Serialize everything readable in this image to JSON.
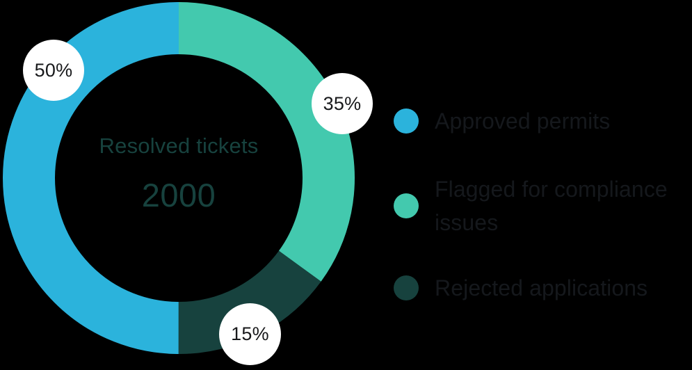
{
  "chart_data": {
    "type": "pie",
    "variant": "donut",
    "title": "Resolved tickets",
    "center_label": "Resolved tickets",
    "center_value": "2000",
    "total": 2000,
    "categories": [
      "Approved permits",
      "Flagged for compliance issues",
      "Rejected applications"
    ],
    "values": [
      50,
      35,
      15
    ],
    "value_labels": [
      "50%",
      "35%",
      "15%"
    ],
    "unit": "percent",
    "colors": [
      "#2BB3DC",
      "#43C9AE",
      "#17423E"
    ],
    "legend_position": "right",
    "grid": false,
    "xlabel": "",
    "ylabel": "",
    "start_angle_deg": 0,
    "direction": "clockwise",
    "background": "#000000",
    "slices": [
      {
        "name": "Approved permits",
        "value": 50,
        "label": "50%",
        "color": "#2BB3DC"
      },
      {
        "name": "Flagged for compliance issues",
        "value": 35,
        "label": "35%",
        "color": "#43C9AE"
      },
      {
        "name": "Rejected applications",
        "value": 15,
        "label": "15%",
        "color": "#17423E"
      }
    ]
  },
  "donut": {
    "center_label": "Resolved tickets",
    "center_value": "2000",
    "center_text_color": "#17423E",
    "segments": [
      {
        "label": "50%",
        "color": "#2BB3DC"
      },
      {
        "label": "35%",
        "color": "#43C9AE"
      },
      {
        "label": "15%",
        "color": "#17423E"
      }
    ]
  },
  "badges": [
    {
      "text": "50%"
    },
    {
      "text": "35%"
    },
    {
      "text": "15%"
    }
  ],
  "legend": {
    "items": [
      {
        "label": "Approved permits",
        "color": "#2BB3DC"
      },
      {
        "label": "Flagged for compliance issues",
        "color": "#43C9AE"
      },
      {
        "label": "Rejected applications",
        "color": "#17423E"
      }
    ]
  },
  "theme": {
    "background": "#000000",
    "badge_background": "#FFFFFF",
    "badge_text": "#18191B",
    "legend_text": "#15181C",
    "accent_blue": "#2BB3DC",
    "accent_green": "#43C9AE",
    "accent_dark_teal": "#17423E"
  }
}
